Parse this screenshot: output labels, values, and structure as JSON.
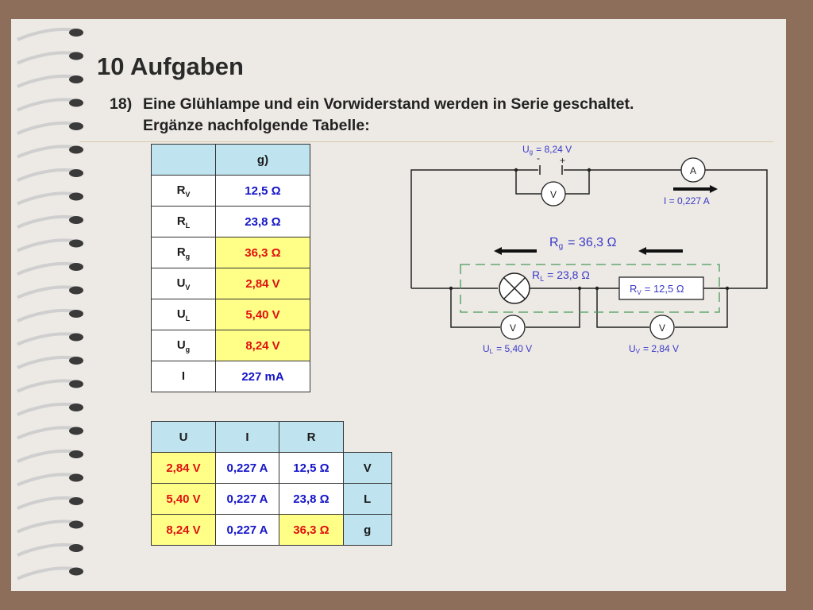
{
  "title": "10 Aufgaben",
  "task": {
    "number": "18)",
    "line1": "Eine Glühlampe und ein Vorwiderstand werden in Serie geschaltet.",
    "line2": "Ergänze nachfolgende Tabelle:"
  },
  "table1": {
    "header": "g)",
    "rows": [
      {
        "label": "R",
        "sub": "V",
        "value": "12,5 Ω",
        "color": "blue"
      },
      {
        "label": "R",
        "sub": "L",
        "value": "23,8 Ω",
        "color": "blue"
      },
      {
        "label": "R",
        "sub": "g",
        "value": "36,3 Ω",
        "color": "red"
      },
      {
        "label": "U",
        "sub": "V",
        "value": "2,84 V",
        "color": "red"
      },
      {
        "label": "U",
        "sub": "L",
        "value": "5,40 V",
        "color": "red"
      },
      {
        "label": "U",
        "sub": "g",
        "value": "8,24 V",
        "color": "red"
      },
      {
        "label": "I",
        "sub": "",
        "value": "227 mA",
        "color": "blue"
      }
    ]
  },
  "table2": {
    "headers": [
      "U",
      "I",
      "R"
    ],
    "rows": [
      {
        "u": "2,84 V",
        "i": "0,227 A",
        "r": "12,5 Ω",
        "label": "V"
      },
      {
        "u": "5,40 V",
        "i": "0,227 A",
        "r": "23,8 Ω",
        "label": "L"
      },
      {
        "u": "8,24 V",
        "i": "0,227 A",
        "r": "36,3 Ω",
        "label": "g"
      }
    ]
  },
  "circuit": {
    "ug_label": "U",
    "ug_sub": "g",
    "ug_value": "= 8,24 V",
    "minus": "-",
    "plus": "+",
    "voltmeter": "V",
    "ammeter": "A",
    "current": "I = 0,227 A",
    "rg_label": "R",
    "rg_sub": "g",
    "rg_value": "= 36,3 Ω",
    "rl_label": "R",
    "rl_sub": "L",
    "rl_value": "= 23,8 Ω",
    "rv_label": "R",
    "rv_sub": "V",
    "rv_value": "= 12,5 Ω",
    "ul_label": "U",
    "ul_sub": "L",
    "ul_value": "= 5,40 V",
    "uv_label": "U",
    "uv_sub": "V",
    "uv_value": "= 2,84 V"
  },
  "colors": {
    "header_bg": "#bfe3ef",
    "yellow_bg": "#ffff88",
    "blue_text": "#1414c8",
    "red_text": "#e01010",
    "circuit_label": "#3a3ac8",
    "dashed": "#4a9a5a"
  }
}
